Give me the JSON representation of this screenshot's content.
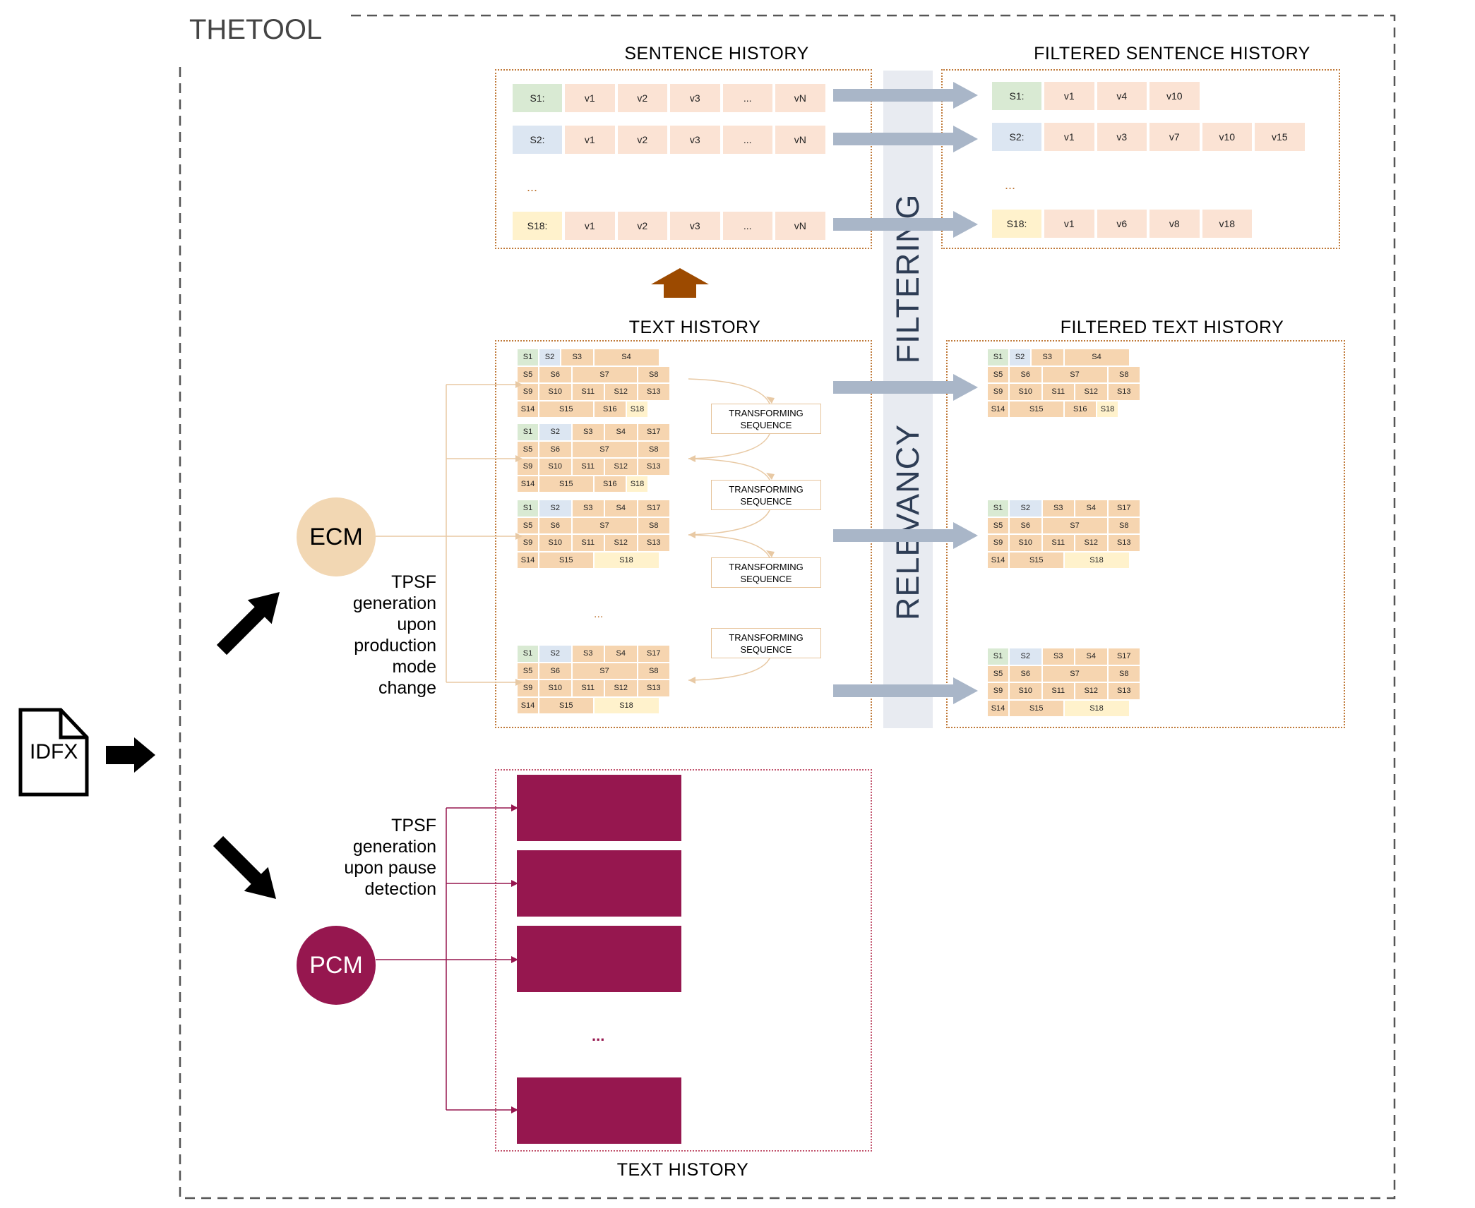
{
  "tool_title": "THETOOL",
  "idfx_label": "IDFX",
  "ecm_label": "ECM",
  "pcm_label": "PCM",
  "ecm_caption": "TPSF\ngeneration\nupon\nproduction\nmode\nchange",
  "pcm_caption": "TPSF\ngeneration\nupon pause\ndetection",
  "sentence_history_title": "SENTENCE HISTORY",
  "filtered_sentence_history_title": "FILTERED SENTENCE HISTORY",
  "text_history_title": "TEXT HISTORY",
  "filtered_text_history_title": "FILTERED TEXT HISTORY",
  "pcm_text_history_title": "TEXT HISTORY",
  "relevancy_label": "RELEVANCY",
  "filtering_label": "FILTERING",
  "transforming_sequence": [
    "TRANSFORMING",
    "SEQUENCE"
  ],
  "ellipsis": "...",
  "sentence_rows": [
    {
      "id": "S1:",
      "values": [
        "v1",
        "v2",
        "v3",
        "...",
        "vN"
      ]
    },
    {
      "id": "S2:",
      "values": [
        "v1",
        "v2",
        "v3",
        "...",
        "vN"
      ]
    },
    {
      "id": "S18:",
      "values": [
        "v1",
        "v2",
        "v3",
        "...",
        "vN"
      ]
    }
  ],
  "filtered_sentence_rows": [
    {
      "id": "S1:",
      "values": [
        "v1",
        "v4",
        "v10"
      ]
    },
    {
      "id": "S2:",
      "values": [
        "v1",
        "v3",
        "v7",
        "v10",
        "v15"
      ]
    },
    {
      "id": "S18:",
      "values": [
        "v1",
        "v6",
        "v8",
        "v18"
      ]
    }
  ],
  "grid_a": [
    [
      "S1",
      "S2",
      "S3",
      "S4"
    ],
    [
      "S5",
      "S6",
      "S7",
      "S8"
    ],
    [
      "S9",
      "S10",
      "S11",
      "S12",
      "S13"
    ],
    [
      "S14",
      "S15",
      "S16",
      "S18"
    ]
  ],
  "grid_b": [
    [
      "S1",
      "S2",
      "S3",
      "S4",
      "S17"
    ],
    [
      "S5",
      "S6",
      "S7",
      "S8"
    ],
    [
      "S9",
      "S10",
      "S11",
      "S12",
      "S13"
    ],
    [
      "S14",
      "S15",
      "S16",
      "S18"
    ]
  ],
  "grid_c": [
    [
      "S1",
      "S2",
      "S3",
      "S4",
      "S17"
    ],
    [
      "S5",
      "S6",
      "S7",
      "S8"
    ],
    [
      "S9",
      "S10",
      "S11",
      "S12",
      "S13"
    ],
    [
      "S14",
      "S15",
      "S18"
    ]
  ],
  "colors": {
    "orange_cell": "#f6d5b0",
    "orange_cell_light": "#fbe3d4",
    "green_cell": "#d9ead3",
    "blue_cell": "#dce6f2",
    "yellow_cell": "#fff2cc",
    "ecm": "#f2d7b3",
    "pcm": "#96174f",
    "filter_arrow": "#a9b6c8",
    "brown_arrow": "#9c4a00"
  }
}
